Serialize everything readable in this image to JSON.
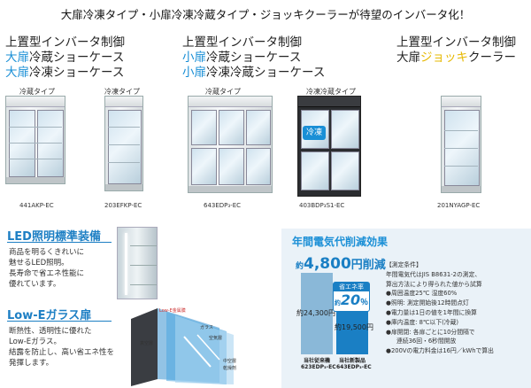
{
  "headline": "大扉冷凍タイプ・小扉冷凍冷蔵タイプ・ジョッキクーラーが待望のインバータ化！",
  "groups": [
    {
      "line1": "上置型インバータ制御",
      "line2a": "大扉",
      "line2b": "冷蔵ショーケース",
      "line3a": "大扉",
      "line3b": "冷凍ショーケース"
    },
    {
      "line1": "上置型インバータ制御",
      "line2a": "小扉",
      "line2b": "冷蔵ショーケース",
      "line3a": "小扉",
      "line3b": "冷凍冷蔵ショーケース"
    },
    {
      "line1": "上置型インバータ制御",
      "line2a": "大扉",
      "line2b": "ジョッキ",
      "line2c": "クーラー"
    }
  ],
  "products": [
    {
      "type": "冷蔵タイプ",
      "model": "441AKP-EC"
    },
    {
      "type": "冷凍タイプ",
      "model": "203EFKP-EC"
    },
    {
      "type": "冷蔵タイプ",
      "model": "643EDP₃-EC"
    },
    {
      "type": "冷凍冷蔵タイプ",
      "model": "403BDP₃S1-EC",
      "badge": "冷凍"
    },
    {
      "type": "",
      "model": "201NYAGP-EC"
    }
  ],
  "led": {
    "title": "LED照明標準装備",
    "lines": [
      "商品を明るくきれいに",
      "魅せるLED照明。",
      "長寿命で省エネ性能に",
      "優れています。"
    ]
  },
  "lowe": {
    "title": "Low-Eガラス扉",
    "lines": [
      "断熱性、透明性に優れた",
      "Low-Eガラス。",
      "結露を防止し、高い省エネ性を",
      "発揮します。"
    ],
    "labels": {
      "film": "Low-E金属膜",
      "glass": "ガラス",
      "air": "空気層",
      "vacuum": "真空層",
      "hollow": "中空層",
      "dry": "乾燥剤"
    }
  },
  "savings": {
    "title": "年間電気代削減効果",
    "prefix": "約",
    "amount": "4,800",
    "suffix": "円削減",
    "badge_label": "省エネ率",
    "badge_prefix": "約",
    "badge_value": "20",
    "badge_unit": "％",
    "old_value": "約24,300円",
    "new_value": "約19,500円",
    "old_label": "当社従来機",
    "old_model": "623EDP₃-EC",
    "new_label": "当社新製品",
    "new_model": "643EDP₃-EC",
    "old_ratio": 1.0,
    "new_ratio": 0.8,
    "colors": {
      "old": "#8ab8d8",
      "new": "#1a7fc4"
    }
  },
  "conditions": {
    "title": "【測定条件】",
    "intro": [
      "年間電気代はJIS B8631-2の測定、",
      "算出方法により得られた値から試算"
    ],
    "items": [
      "周囲温度25℃ 湿度60%",
      "照明: 測定開始後12時間点灯",
      "電力量は1日の値を1年間に換算",
      "庫内温度: 8℃以下(冷蔵)",
      "扉開閉: 各扉ごとに10分間隔で",
      "連続36回・6秒間開放",
      "200Vの電力料金は16円／kWhで算出"
    ]
  }
}
